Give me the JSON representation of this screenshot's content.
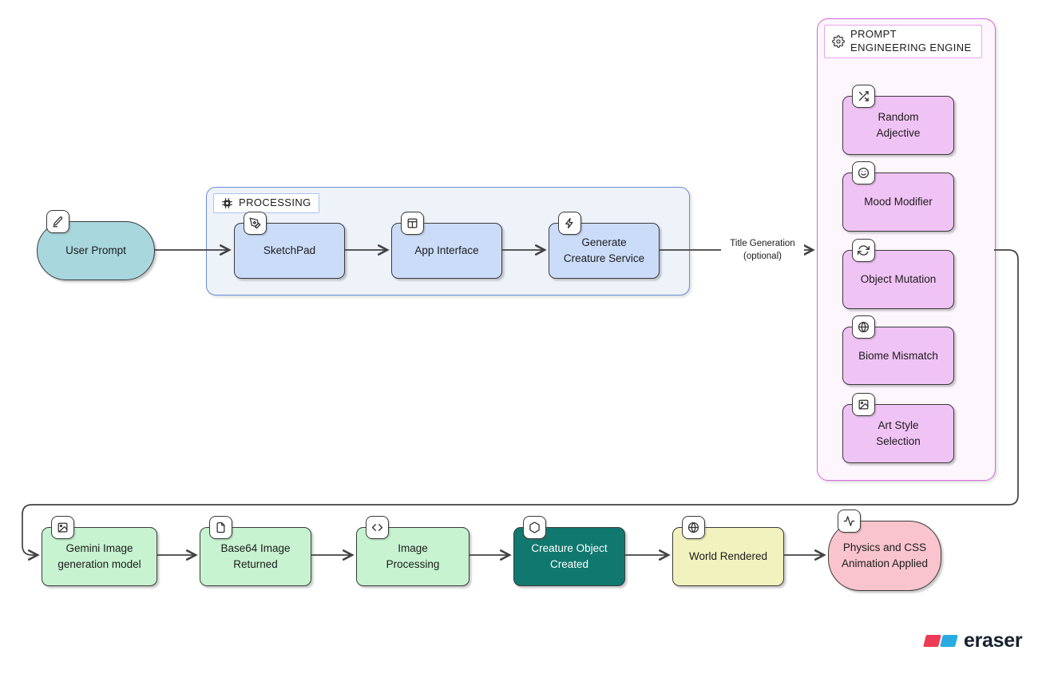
{
  "groups": {
    "processing": {
      "label": "PROCESSING",
      "icon": "cpu-icon"
    },
    "prompt_engine": {
      "label": "PROMPT ENGINEERING ENGINE",
      "icon": "gear-icon"
    }
  },
  "nodes": {
    "user_prompt": {
      "label": "User Prompt",
      "icon": "pencil-icon"
    },
    "sketchpad": {
      "label": "SketchPad",
      "icon": "pen-tool-icon"
    },
    "app_interface": {
      "label": "App Interface",
      "icon": "layout-icon"
    },
    "generate_creature_service": {
      "label": "Generate Creature Service",
      "icon": "zap-icon"
    },
    "random_adjective": {
      "label": "Random Adjective",
      "icon": "shuffle-icon"
    },
    "mood_modifier": {
      "label": "Mood Modifier",
      "icon": "smile-icon"
    },
    "object_mutation": {
      "label": "Object Mutation",
      "icon": "refresh-icon"
    },
    "biome_mismatch": {
      "label": "Biome Mismatch",
      "icon": "globe-icon"
    },
    "art_style_selection": {
      "label": "Art Style Selection",
      "icon": "image-icon"
    },
    "gemini_image_generation_model": {
      "label": "Gemini Image generation model",
      "icon": "image-icon"
    },
    "base64_image_returned": {
      "label": "Base64 Image Returned",
      "icon": "file-icon"
    },
    "image_processing": {
      "label": "Image Processing",
      "icon": "code-icon"
    },
    "creature_object_created": {
      "label": "Creature Object Created",
      "icon": "hexagon-icon"
    },
    "world_rendered": {
      "label": "World Rendered",
      "icon": "globe-icon"
    },
    "physics_css_animation_applied": {
      "label": "Physics and CSS Animation Applied",
      "icon": "activity-icon"
    }
  },
  "edges": {
    "title_generation": {
      "label": "Title Generation (optional)"
    }
  },
  "watermark": {
    "brand": "eraser"
  },
  "colors": {
    "user_prompt_fill": "#a8d7de",
    "process_node_fill": "#cbdcf9",
    "process_group_fill": "#eef2f9",
    "process_group_border": "#6a8edb",
    "engine_group_fill": "#fdf6fd",
    "engine_group_border": "#d767de",
    "engine_node_fill": "#f0c3f5",
    "green_node_fill": "#c7f3d0",
    "dark_teal_fill": "#10786f",
    "yellow_fill": "#f1f2bd",
    "pink_fill": "#f9c4cd",
    "node_border": "#3a3a3a",
    "edge_color": "#424242",
    "text_color": "#1c1c1c",
    "logo_red": "#ed3b55",
    "logo_blue": "#29abe2",
    "logo_text": "#16212e"
  }
}
